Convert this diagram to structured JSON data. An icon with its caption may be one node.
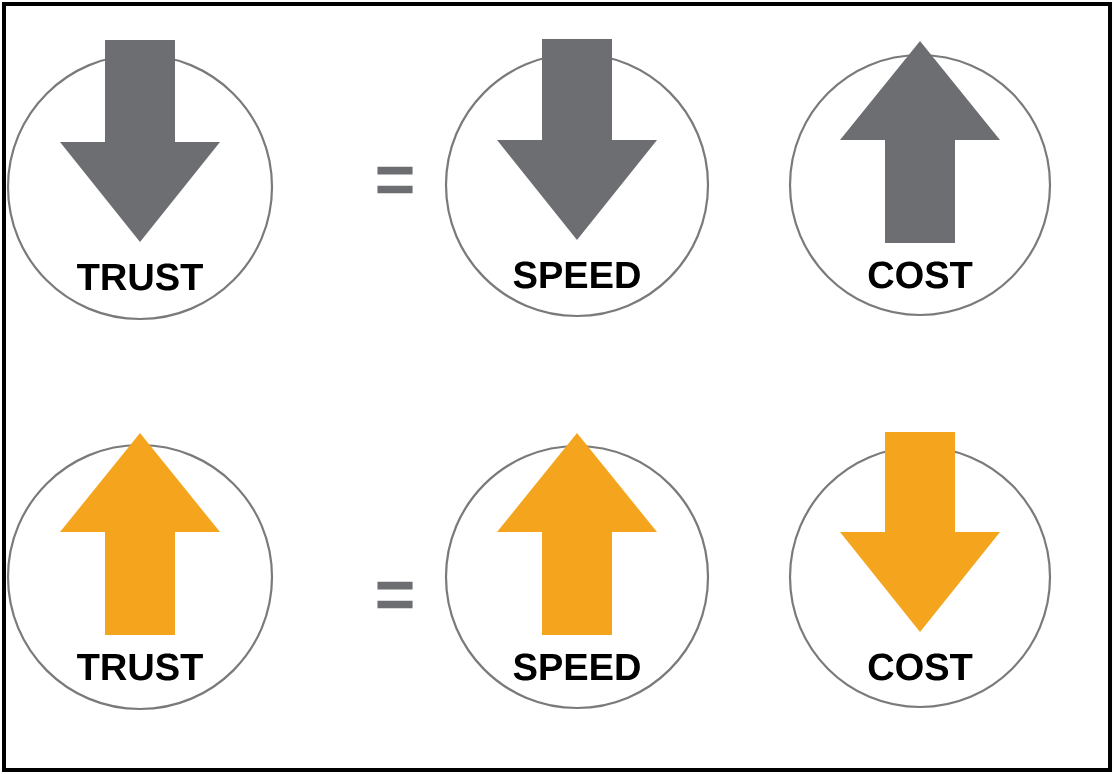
{
  "diagram": {
    "nodes": [
      {
        "text": [
          "TRUST"
        ]
      },
      {
        "text": [
          "SPEED"
        ]
      },
      {
        "text": [
          "COST"
        ]
      },
      {
        "text": [
          "TRUST"
        ]
      },
      {
        "text": [
          "SPEED"
        ]
      },
      {
        "text": [
          "COST"
        ]
      }
    ],
    "labels": [
      "=",
      "="
    ]
  }
}
